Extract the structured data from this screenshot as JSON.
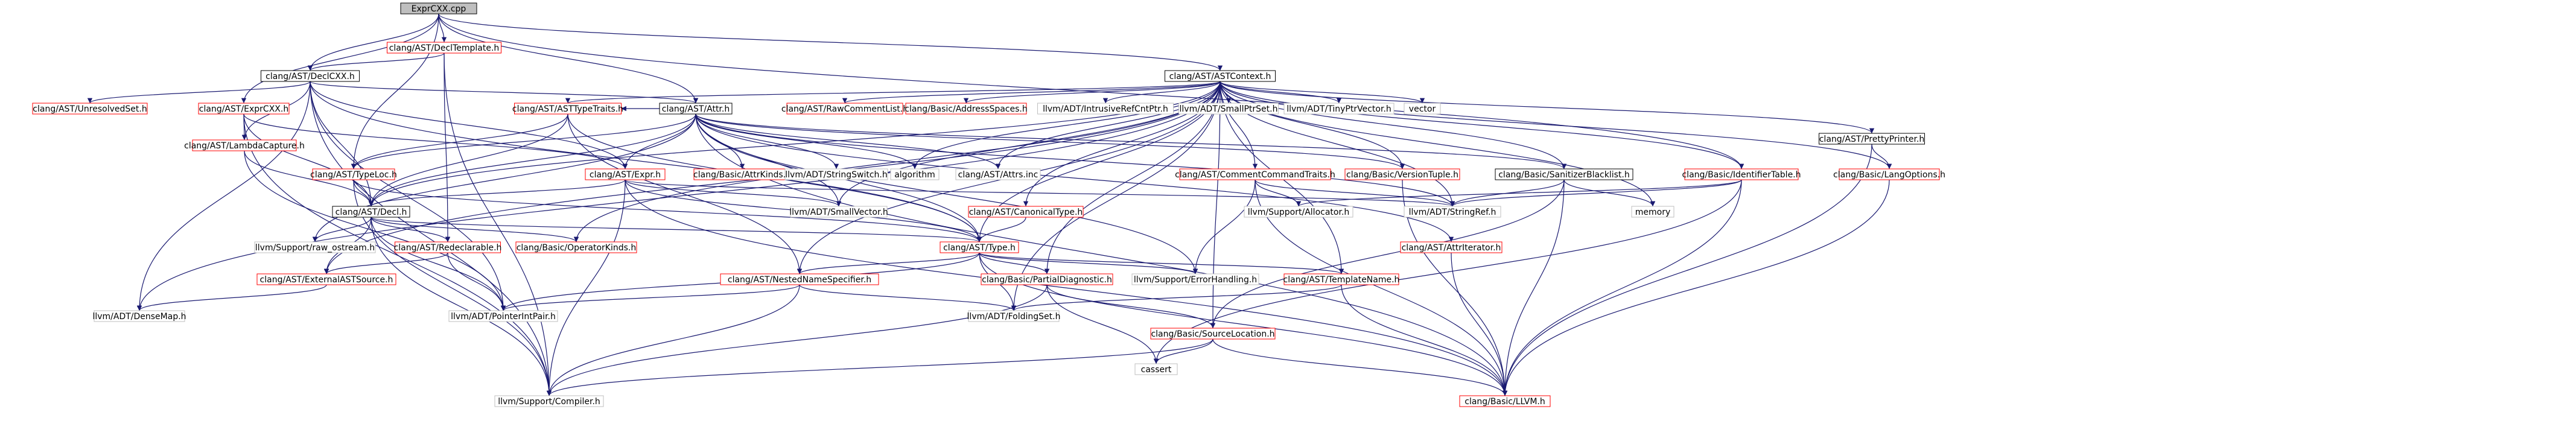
{
  "colors": {
    "edge": "#191970",
    "border_default": "#000000",
    "border_red": "#ff0000",
    "root_fill": "#bfbfbf"
  },
  "nodes": [
    {
      "id": "exprcxx_cpp",
      "label": "ExprCXX.cpp",
      "style": "root"
    },
    {
      "id": "decl_template",
      "label": "clang/AST/DeclTemplate.h",
      "style": "red"
    },
    {
      "id": "declcxx",
      "label": "clang/AST/DeclCXX.h",
      "style": "black"
    },
    {
      "id": "astcontext",
      "label": "clang/AST/ASTContext.h",
      "style": "black"
    },
    {
      "id": "unresolvedset",
      "label": "clang/AST/UnresolvedSet.h",
      "style": "red"
    },
    {
      "id": "exprcxx_h",
      "label": "clang/AST/ExprCXX.h",
      "style": "red"
    },
    {
      "id": "attr",
      "label": "clang/AST/Attr.h",
      "style": "black"
    },
    {
      "id": "asttypetraits",
      "label": "clang/AST/ASTTypeTraits.h",
      "style": "red"
    },
    {
      "id": "rawcommentlist",
      "label": "clang/AST/RawCommentList.h",
      "style": "red"
    },
    {
      "id": "addressspaces",
      "label": "clang/Basic/AddressSpaces.h",
      "style": "red"
    },
    {
      "id": "intrusiverefcntptr",
      "label": "llvm/ADT/IntrusiveRefCntPtr.h",
      "style": "grey"
    },
    {
      "id": "smallptrset",
      "label": "llvm/ADT/SmallPtrSet.h",
      "style": "grey"
    },
    {
      "id": "tinyptrvector",
      "label": "llvm/ADT/TinyPtrVector.h",
      "style": "grey"
    },
    {
      "id": "vector",
      "label": "vector",
      "style": "grey"
    },
    {
      "id": "prettyprinter",
      "label": "clang/AST/PrettyPrinter.h",
      "style": "black"
    },
    {
      "id": "lambdacapture",
      "label": "clang/AST/LambdaCapture.h",
      "style": "red"
    },
    {
      "id": "typeloc",
      "label": "clang/AST/TypeLoc.h",
      "style": "red"
    },
    {
      "id": "expr",
      "label": "clang/AST/Expr.h",
      "style": "red"
    },
    {
      "id": "attrkinds",
      "label": "clang/Basic/AttrKinds.h",
      "style": "red"
    },
    {
      "id": "stringswitch",
      "label": "llvm/ADT/StringSwitch.h",
      "style": "grey"
    },
    {
      "id": "algorithm",
      "label": "algorithm",
      "style": "grey"
    },
    {
      "id": "attrs_inc",
      "label": "clang/AST/Attrs.inc",
      "style": "grey"
    },
    {
      "id": "commentcommandtraits",
      "label": "clang/AST/CommentCommandTraits.h",
      "style": "red"
    },
    {
      "id": "versiontuple",
      "label": "clang/Basic/VersionTuple.h",
      "style": "red"
    },
    {
      "id": "sanitizerblacklist",
      "label": "clang/Basic/SanitizerBlacklist.h",
      "style": "black"
    },
    {
      "id": "identifiertable",
      "label": "clang/Basic/IdentifierTable.h",
      "style": "red"
    },
    {
      "id": "langoptions",
      "label": "clang/Basic/LangOptions.h",
      "style": "red"
    },
    {
      "id": "decl",
      "label": "clang/AST/Decl.h",
      "style": "black"
    },
    {
      "id": "smallvector",
      "label": "llvm/ADT/SmallVector.h",
      "style": "grey"
    },
    {
      "id": "canonicaltype",
      "label": "clang/AST/CanonicalType.h",
      "style": "red"
    },
    {
      "id": "allocator",
      "label": "llvm/Support/Allocator.h",
      "style": "grey"
    },
    {
      "id": "stringref",
      "label": "llvm/ADT/StringRef.h",
      "style": "grey"
    },
    {
      "id": "memory",
      "label": "memory",
      "style": "grey"
    },
    {
      "id": "raw_ostream",
      "label": "llvm/Support/raw_ostream.h",
      "style": "grey"
    },
    {
      "id": "redeclarable",
      "label": "clang/AST/Redeclarable.h",
      "style": "red"
    },
    {
      "id": "operatorkinds",
      "label": "clang/Basic/OperatorKinds.h",
      "style": "red"
    },
    {
      "id": "type",
      "label": "clang/AST/Type.h",
      "style": "red"
    },
    {
      "id": "attriterator",
      "label": "clang/AST/AttrIterator.h",
      "style": "red"
    },
    {
      "id": "externalastsource",
      "label": "clang/AST/ExternalASTSource.h",
      "style": "red"
    },
    {
      "id": "nestednamespecifier",
      "label": "clang/AST/NestedNameSpecifier.h",
      "style": "red"
    },
    {
      "id": "partialdiagnostic",
      "label": "clang/Basic/PartialDiagnostic.h",
      "style": "red"
    },
    {
      "id": "errorhandling",
      "label": "llvm/Support/ErrorHandling.h",
      "style": "grey"
    },
    {
      "id": "templatename",
      "label": "clang/AST/TemplateName.h",
      "style": "red"
    },
    {
      "id": "densemap",
      "label": "llvm/ADT/DenseMap.h",
      "style": "grey"
    },
    {
      "id": "pointerintpair",
      "label": "llvm/ADT/PointerIntPair.h",
      "style": "grey"
    },
    {
      "id": "foldingset",
      "label": "llvm/ADT/FoldingSet.h",
      "style": "grey"
    },
    {
      "id": "sourcelocation",
      "label": "clang/Basic/SourceLocation.h",
      "style": "red"
    },
    {
      "id": "cassert",
      "label": "cassert",
      "style": "grey"
    },
    {
      "id": "compiler",
      "label": "llvm/Support/Compiler.h",
      "style": "grey"
    },
    {
      "id": "basic_llvm",
      "label": "clang/Basic/LLVM.h",
      "style": "red"
    }
  ],
  "edges": [
    [
      "exprcxx_cpp",
      "decl_template"
    ],
    [
      "exprcxx_cpp",
      "declcxx"
    ],
    [
      "exprcxx_cpp",
      "astcontext"
    ],
    [
      "exprcxx_cpp",
      "exprcxx_h"
    ],
    [
      "exprcxx_cpp",
      "attr"
    ],
    [
      "exprcxx_cpp",
      "typeloc"
    ],
    [
      "exprcxx_cpp",
      "identifiertable"
    ],
    [
      "decl_template",
      "declcxx"
    ],
    [
      "decl_template",
      "redeclarable"
    ],
    [
      "decl_template",
      "compiler"
    ],
    [
      "declcxx",
      "unresolvedset"
    ],
    [
      "declcxx",
      "attr"
    ],
    [
      "declcxx",
      "lambdacapture"
    ],
    [
      "declcxx",
      "decl"
    ],
    [
      "declcxx",
      "expr"
    ],
    [
      "declcxx",
      "type"
    ],
    [
      "declcxx",
      "pointerintpair"
    ],
    [
      "declcxx",
      "densemap"
    ],
    [
      "declcxx",
      "compiler"
    ],
    [
      "exprcxx_h",
      "lambdacapture"
    ],
    [
      "exprcxx_h",
      "decl"
    ],
    [
      "exprcxx_h",
      "expr"
    ],
    [
      "exprcxx_h",
      "compiler"
    ],
    [
      "lambdacapture",
      "decl"
    ],
    [
      "lambdacapture",
      "pointerintpair"
    ],
    [
      "astcontext",
      "asttypetraits"
    ],
    [
      "astcontext",
      "rawcommentlist"
    ],
    [
      "astcontext",
      "addressspaces"
    ],
    [
      "astcontext",
      "intrusiverefcntptr"
    ],
    [
      "astcontext",
      "smallptrset"
    ],
    [
      "astcontext",
      "tinyptrvector"
    ],
    [
      "astcontext",
      "vector"
    ],
    [
      "astcontext",
      "prettyprinter"
    ],
    [
      "astcontext",
      "commentcommandtraits"
    ],
    [
      "astcontext",
      "versiontuple"
    ],
    [
      "astcontext",
      "sanitizerblacklist"
    ],
    [
      "astcontext",
      "identifiertable"
    ],
    [
      "astcontext",
      "langoptions"
    ],
    [
      "astcontext",
      "canonicaltype"
    ],
    [
      "astcontext",
      "decl"
    ],
    [
      "astcontext",
      "externalastsource"
    ],
    [
      "astcontext",
      "nestednamespecifier"
    ],
    [
      "astcontext",
      "templatename"
    ],
    [
      "astcontext",
      "partialdiagnostic"
    ],
    [
      "astcontext",
      "operatorkinds"
    ],
    [
      "astcontext",
      "densemap"
    ],
    [
      "astcontext",
      "sourcelocation"
    ],
    [
      "astcontext",
      "foldingset"
    ],
    [
      "astcontext",
      "memory"
    ],
    [
      "astcontext",
      "type"
    ],
    [
      "astcontext",
      "smallvector"
    ],
    [
      "astcontext",
      "algorithm"
    ],
    [
      "astcontext",
      "stringref"
    ],
    [
      "astcontext",
      "attrs_inc"
    ],
    [
      "asttypetraits",
      "typeloc"
    ],
    [
      "asttypetraits",
      "decl"
    ],
    [
      "asttypetraits",
      "nestednamespecifier"
    ],
    [
      "asttypetraits",
      "type"
    ],
    [
      "attr",
      "asttypetraits"
    ],
    [
      "attr",
      "typeloc"
    ],
    [
      "attr",
      "expr"
    ],
    [
      "attr",
      "attrkinds"
    ],
    [
      "attr",
      "stringswitch"
    ],
    [
      "attr",
      "algorithm"
    ],
    [
      "attr",
      "attrs_inc"
    ],
    [
      "attr",
      "versiontuple"
    ],
    [
      "attr",
      "decl"
    ],
    [
      "attr",
      "type"
    ],
    [
      "attr",
      "smallvector"
    ],
    [
      "attr",
      "stringref"
    ],
    [
      "attr",
      "errorhandling"
    ],
    [
      "attr",
      "attriterator"
    ],
    [
      "attr",
      "raw_ostream"
    ],
    [
      "attr",
      "basic_llvm"
    ],
    [
      "attr",
      "sanitizerblacklist"
    ],
    [
      "typeloc",
      "decl"
    ],
    [
      "typeloc",
      "type"
    ],
    [
      "typeloc",
      "compiler"
    ],
    [
      "expr",
      "decl"
    ],
    [
      "expr",
      "type"
    ],
    [
      "expr",
      "smallvector"
    ],
    [
      "expr",
      "stringref"
    ],
    [
      "expr",
      "compiler"
    ],
    [
      "expr",
      "basic_llvm"
    ],
    [
      "commentcommandtraits",
      "allocator"
    ],
    [
      "commentcommandtraits",
      "stringref"
    ],
    [
      "commentcommandtraits",
      "errorhandling"
    ],
    [
      "commentcommandtraits",
      "basic_llvm"
    ],
    [
      "versiontuple",
      "basic_llvm"
    ],
    [
      "sanitizerblacklist",
      "stringref"
    ],
    [
      "sanitizerblacklist",
      "memory"
    ],
    [
      "sanitizerblacklist",
      "basic_llvm"
    ],
    [
      "sanitizerblacklist",
      "sourcelocation"
    ],
    [
      "identifiertable",
      "stringref"
    ],
    [
      "identifiertable",
      "allocator"
    ],
    [
      "identifiertable",
      "basic_llvm"
    ],
    [
      "identifiertable",
      "cassert"
    ],
    [
      "prettyprinter",
      "langoptions"
    ],
    [
      "prettyprinter",
      "basic_llvm"
    ],
    [
      "langoptions",
      "basic_llvm"
    ],
    [
      "canonicaltype",
      "type"
    ],
    [
      "decl",
      "raw_ostream"
    ],
    [
      "decl",
      "redeclarable"
    ],
    [
      "decl",
      "operatorkinds"
    ],
    [
      "decl",
      "type"
    ],
    [
      "decl",
      "externalastsource"
    ],
    [
      "decl",
      "pointerintpair"
    ],
    [
      "decl",
      "compiler"
    ],
    [
      "redeclarable",
      "externalastsource"
    ],
    [
      "redeclarable",
      "pointerintpair"
    ],
    [
      "type",
      "nestednamespecifier"
    ],
    [
      "type",
      "partialdiagnostic"
    ],
    [
      "type",
      "errorhandling"
    ],
    [
      "type",
      "templatename"
    ],
    [
      "type",
      "foldingset"
    ],
    [
      "type",
      "pointerintpair"
    ],
    [
      "type",
      "basic_llvm"
    ],
    [
      "attriterator",
      "basic_llvm"
    ],
    [
      "externalastsource",
      "densemap"
    ],
    [
      "nestednamespecifier",
      "pointerintpair"
    ],
    [
      "nestednamespecifier",
      "foldingset"
    ],
    [
      "nestednamespecifier",
      "compiler"
    ],
    [
      "partialdiagnostic",
      "sourcelocation"
    ],
    [
      "partialdiagnostic",
      "cassert"
    ],
    [
      "partialdiagnostic",
      "compiler"
    ],
    [
      "templatename",
      "foldingset"
    ],
    [
      "templatename",
      "basic_llvm"
    ],
    [
      "sourcelocation",
      "compiler"
    ],
    [
      "sourcelocation",
      "cassert"
    ],
    [
      "sourcelocation",
      "basic_llvm"
    ]
  ]
}
